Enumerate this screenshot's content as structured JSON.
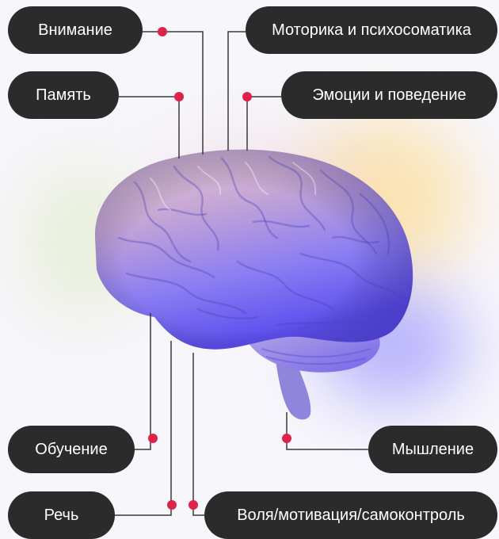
{
  "labels": {
    "attention": "Внимание",
    "motor": "Моторика и психосоматика",
    "memory": "Память",
    "emotions": "Эмоции и поведение",
    "learning": "Обучение",
    "thinking": "Мышление",
    "speech": "Речь",
    "will": "Воля/мотивация/самоконтроль"
  },
  "colors": {
    "pill_bg": "#2b2b2b",
    "pill_text": "#ffffff",
    "connector_dot": "#e0224a",
    "connector_line": "#3a3a3a",
    "brain_top": "#e7c9d4",
    "brain_bottom": "#6b5cf0"
  },
  "icons": [
    "brain-illustration"
  ]
}
